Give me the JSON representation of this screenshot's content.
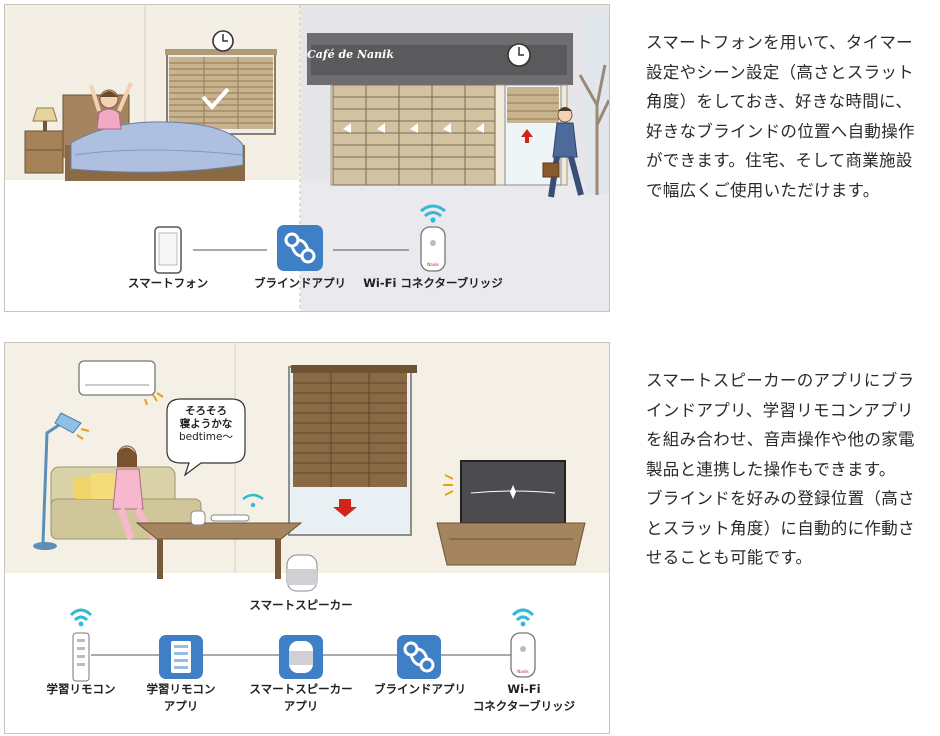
{
  "panel1": {
    "cafe_sign": "Café de Nanik",
    "labels": {
      "smartphone": "スマートフォン",
      "blind_app": "ブラインドアプリ",
      "bridge": "Wi-Fi コネクターブリッジ"
    },
    "description": "スマートフォンを用いて、タイマー設定やシーン設定（高さとスラット角度）をしておき、好きな時間に、好きなブラインドの位置へ自動操作ができます。住宅、そして商業施設で幅広くご使用いただけます。",
    "bridge_logo": "Nanik"
  },
  "panel2": {
    "speech_bubble": [
      "そろそろ",
      "寝ようかな",
      "bedtime～"
    ],
    "labels": {
      "speaker_top": "スマートスピーカー",
      "remote": "学習リモコン",
      "remote_app_l1": "学習リモコン",
      "remote_app_l2": "アプリ",
      "speaker_app_l1": "スマートスピーカー",
      "speaker_app_l2": "アプリ",
      "blind_app": "ブラインドアプリ",
      "bridge_l1": "Wi-Fi",
      "bridge_l2": "コネクターブリッジ"
    },
    "description_p1": "スマートスピーカーのアプリにブラインドアプリ、学習リモコンアプリを組み合わせ、音声操作や他の家電製品と連携した操作もできます。",
    "description_p2": "ブラインドを好みの登録位置（高さとスラット角度）に自動的に作動させることも可能です。",
    "bridge_logo": "Nanik"
  },
  "colors": {
    "app_icon": "#3f7fc6",
    "panel_bg": "#f4f0e6",
    "wood": "#a4855f",
    "arrow_red": "#d2241b",
    "wifi": "#33b9d6"
  }
}
